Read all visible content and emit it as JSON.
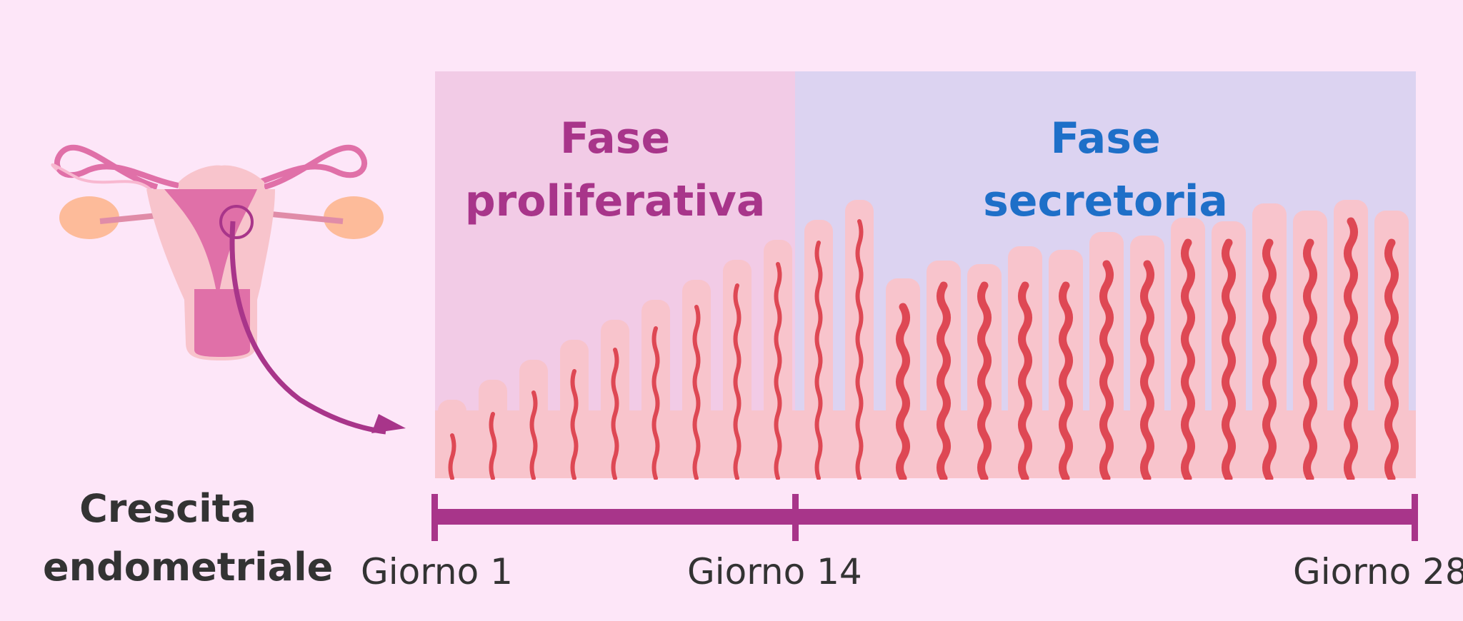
{
  "side_label": {
    "line1": "Crescita",
    "line2": "endometriale"
  },
  "phases": [
    {
      "line1": "Fase",
      "line2": "proliferativa",
      "color": "#a8358a",
      "bg": "#f2cbe6"
    },
    {
      "line1": "Fase",
      "line2": "secretoria",
      "color": "#1e6fc8",
      "bg": "#dcd3f1"
    }
  ],
  "timeline": {
    "color": "#a8358a",
    "days": [
      "Giorno 1",
      "Giorno 14",
      "Giorno 28"
    ]
  },
  "colors": {
    "tissue": "#f8c4cc",
    "vessel": "#de4854",
    "background": "#fde6f8"
  }
}
